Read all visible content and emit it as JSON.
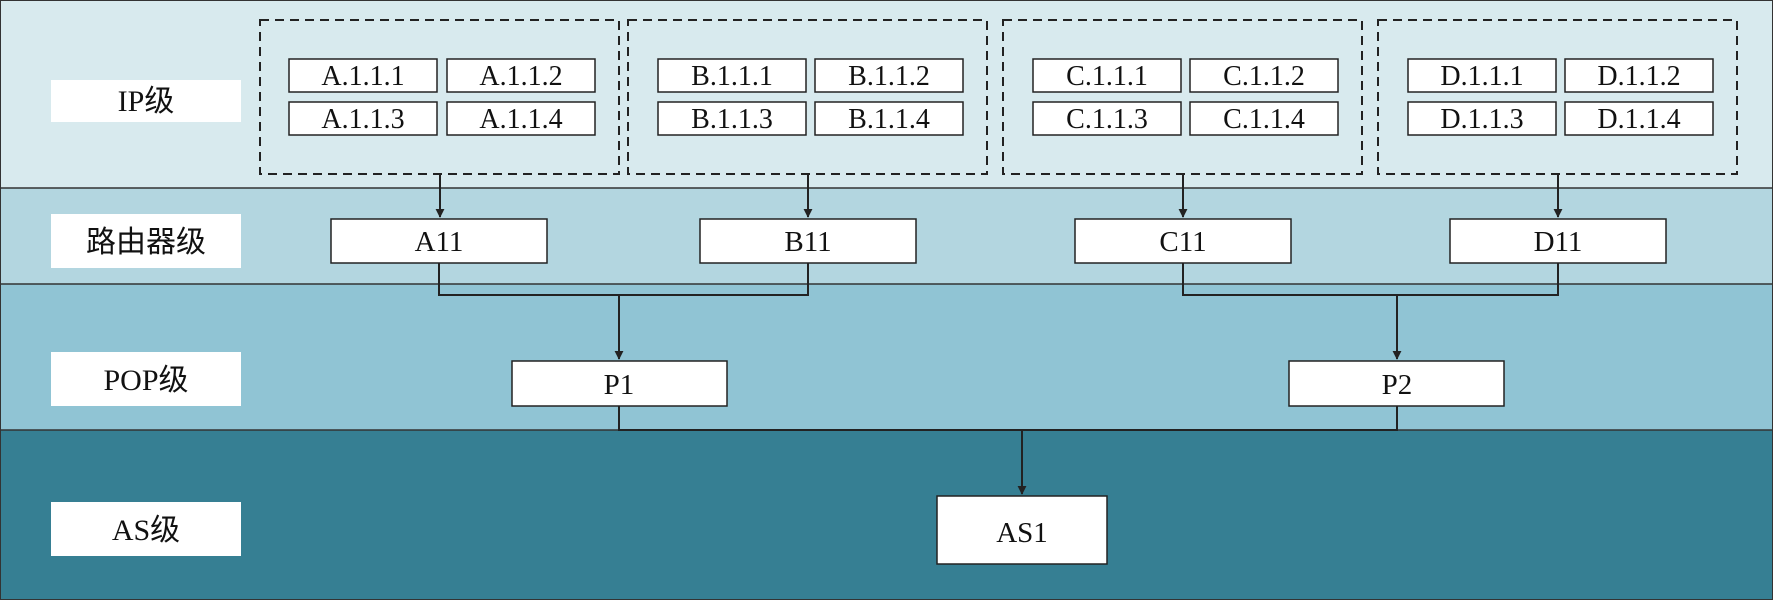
{
  "levels": {
    "ip": "IP级",
    "router": "路由器级",
    "pop": "POP级",
    "as": "AS级"
  },
  "ip_groups": [
    {
      "id": "A",
      "addresses": [
        "A.1.1.1",
        "A.1.1.2",
        "A.1.1.3",
        "A.1.1.4"
      ]
    },
    {
      "id": "B",
      "addresses": [
        "B.1.1.1",
        "B.1.1.2",
        "B.1.1.3",
        "B.1.1.4"
      ]
    },
    {
      "id": "C",
      "addresses": [
        "C.1.1.1",
        "C.1.1.2",
        "C.1.1.3",
        "C.1.1.4"
      ]
    },
    {
      "id": "D",
      "addresses": [
        "D.1.1.1",
        "D.1.1.2",
        "D.1.1.3",
        "D.1.1.4"
      ]
    }
  ],
  "routers": [
    "A11",
    "B11",
    "C11",
    "D11"
  ],
  "pops": [
    "P1",
    "P2"
  ],
  "as_node": "AS1",
  "colors": {
    "band_ip": "#d8eaee",
    "band_router": "#b3d6e0",
    "band_pop": "#90c4d4",
    "band_as": "#367f93",
    "line": "#222222",
    "box_fill": "#ffffff"
  }
}
